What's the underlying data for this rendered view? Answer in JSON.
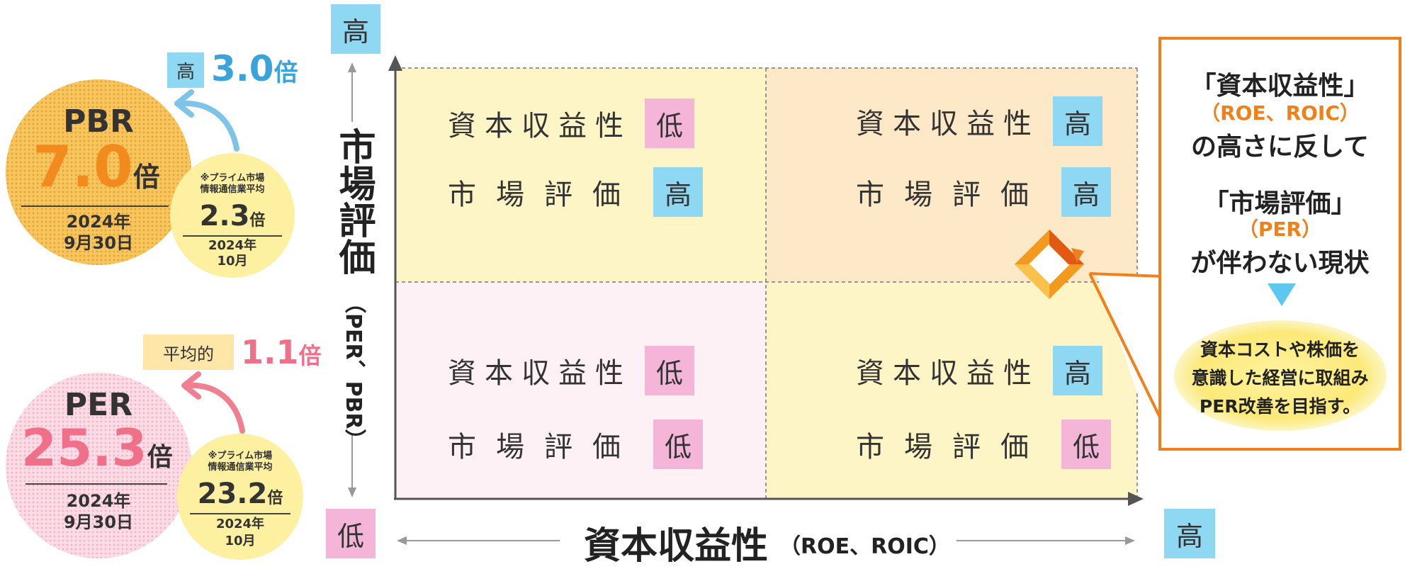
{
  "axes": {
    "y_title": "市場評価",
    "y_sub": "（PER、PBR）",
    "y_high": "高",
    "y_low": "低",
    "x_title": "資本収益性",
    "x_sub": "（ROE、ROIC）",
    "x_high": "高"
  },
  "quadrants": {
    "top_left": {
      "r1_label": "資本収益性",
      "r1_tag": "低",
      "r2_label": "市場評価",
      "r2_tag": "高"
    },
    "top_right": {
      "r1_label": "資本収益性",
      "r1_tag": "高",
      "r2_label": "市場評価",
      "r2_tag": "高"
    },
    "bottom_left": {
      "r1_label": "資本収益性",
      "r1_tag": "低",
      "r2_label": "市場評価",
      "r2_tag": "低"
    },
    "bottom_right": {
      "r1_label": "資本収益性",
      "r1_tag": "高",
      "r2_label": "市場評価",
      "r2_tag": "低"
    }
  },
  "pbr": {
    "title": "PBR",
    "value": "7.0",
    "unit": "倍",
    "date_line1": "2024年",
    "date_line2": "9月30日",
    "compare_tag": "高",
    "compare_value": "3.0",
    "compare_unit": "倍",
    "avg_note1": "※プライム市場",
    "avg_note2": "情報通信業平均",
    "avg_value": "2.3",
    "avg_unit": "倍",
    "avg_date1": "2024年",
    "avg_date2": "10月"
  },
  "per": {
    "title": "PER",
    "value": "25.3",
    "unit": "倍",
    "date_line1": "2024年",
    "date_line2": "9月30日",
    "compare_tag": "平均的",
    "compare_value": "1.1",
    "compare_unit": "倍",
    "avg_note1": "※プライム市場",
    "avg_note2": "情報通信業平均",
    "avg_value": "23.2",
    "avg_unit": "倍",
    "avg_date1": "2024年",
    "avg_date2": "10月"
  },
  "callout": {
    "line1": "「資本収益性」",
    "line2": "（ROE、ROIC）",
    "line3": "の高さに反して",
    "line4": "「市場評価」",
    "line5": "（PER）",
    "line6": "が伴わない現状",
    "action1": "資本コストや株価を",
    "action2": "意識した経営に取組み",
    "action3": "PER改善を目指す。"
  },
  "colors": {
    "high": "#8fd8f4",
    "low": "#f5b5d8",
    "accent_orange": "#f08019",
    "pbr_value": "#f28a1e",
    "per_value": "#f0708a",
    "pbr_compare": "#3aa3dc",
    "per_compare": "#f0708a"
  },
  "icons": {
    "logo": "company-logo-icon"
  }
}
